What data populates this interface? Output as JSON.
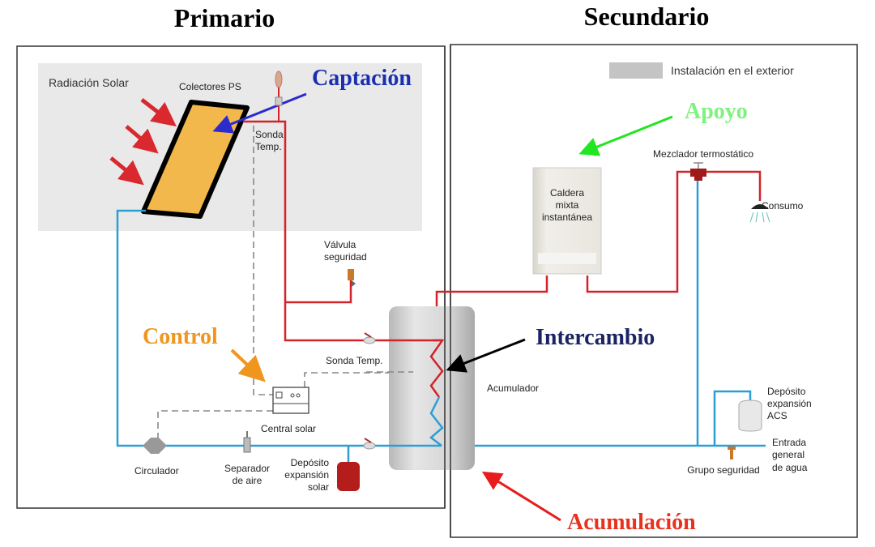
{
  "titles": {
    "primary": "Primario",
    "secondary": "Secundario"
  },
  "callouts": {
    "captacion": {
      "text": "Captación",
      "color": "#1a2fb0"
    },
    "control": {
      "text": "Control",
      "color": "#f0961e"
    },
    "intercambio": {
      "text": "Intercambio",
      "color": "#1b2463"
    },
    "apoyo": {
      "text": "Apoyo",
      "color": "#7ef27e"
    },
    "acumulacion": {
      "text": "Acumulación",
      "color": "#e8321e"
    }
  },
  "legend": {
    "exterior_label": "Instalación en el exterior",
    "swatch_color": "#c4c4c4"
  },
  "labels": {
    "radiacion_solar": "Radiación Solar",
    "colectores": "Colectores PS",
    "sonda_temp_top_1": "Sonda",
    "sonda_temp_top_2": "Temp.",
    "valvula_1": "Válvula",
    "valvula_2": "seguridad",
    "sonda_temp_mid": "Sonda Temp.",
    "central_solar": "Central solar",
    "circulador": "Circulador",
    "separador_1": "Separador",
    "separador_2": "de aire",
    "deposito_solar_1": "Depósito",
    "deposito_solar_2": "expansión",
    "deposito_solar_3": "solar",
    "acumulador": "Acumulador",
    "caldera_1": "Caldera",
    "caldera_2": "mixta",
    "caldera_3": "instantánea",
    "mezclador": "Mezclador termostático",
    "consumo": "Consumo",
    "deposito_acs_1": "Depósito",
    "deposito_acs_2": "expansión",
    "deposito_acs_3": "ACS",
    "entrada_1": "Entrada",
    "entrada_2": "general",
    "entrada_3": "de agua",
    "grupo_seguridad": "Grupo seguridad"
  },
  "colors": {
    "hot_pipe": "#d2232a",
    "cold_pipe": "#2a9fd6",
    "exterior_area": "#e9e9e9",
    "collector": "#f2b84b",
    "solar_arrow": "#d9282e",
    "control_wire": "#888888"
  }
}
